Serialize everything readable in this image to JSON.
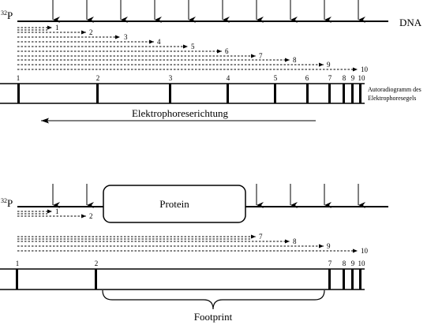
{
  "top": {
    "isotope": {
      "mass": "32",
      "element": "P"
    },
    "dna_label": "DNA",
    "fragment_labels": [
      "1",
      "2",
      "3",
      "4",
      "5",
      "6",
      "7",
      "8",
      "9",
      "10"
    ],
    "band_labels": [
      "1",
      "2",
      "3",
      "4",
      "5",
      "6",
      "7",
      "8",
      "9",
      "10"
    ],
    "gel_caption": [
      "Autoradiogramm des",
      "Elektrophoresegels"
    ],
    "direction_label": "Elektrophoreserichtung"
  },
  "bottom": {
    "isotope": {
      "mass": "32",
      "element": "P"
    },
    "protein_label": "Protein",
    "fragment_labels": [
      "1",
      "2",
      "7",
      "8",
      "9",
      "10"
    ],
    "band_labels": [
      "1",
      "2",
      "7",
      "8",
      "9",
      "10"
    ],
    "footprint_label": "Footprint"
  }
}
